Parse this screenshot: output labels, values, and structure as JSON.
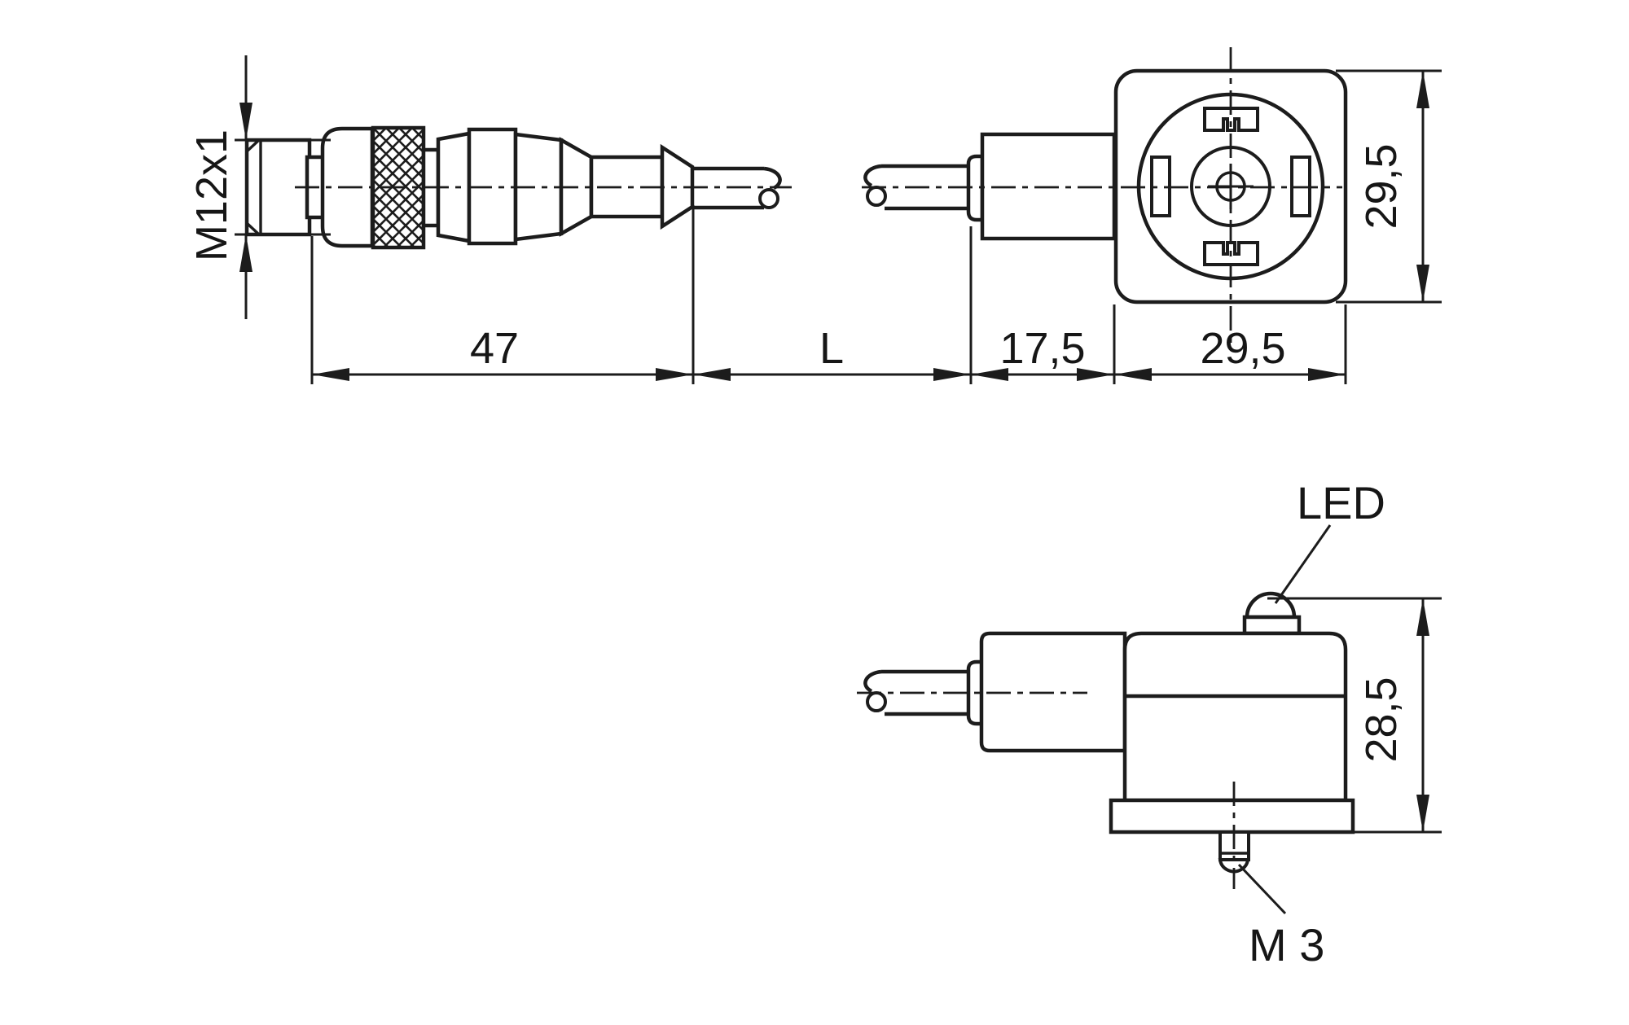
{
  "page": {
    "background": "#ffffff",
    "line_color": "#1c1c1c",
    "description": "Technical dimension drawing of an M12 connector cable with valve plug connector, LED and M3 central screw"
  },
  "top_drawing": {
    "thread_dimension_label": "M12x1",
    "length_dimension": "47",
    "cable_length_dimension": "L",
    "plug_depth_dimension": "17,5",
    "plug_width_dimension": "29,5",
    "plug_height_dimension": "29,5"
  },
  "bottom_drawing": {
    "led_label": "LED",
    "screw_label": "M 3",
    "height_dimension": "28,5"
  }
}
